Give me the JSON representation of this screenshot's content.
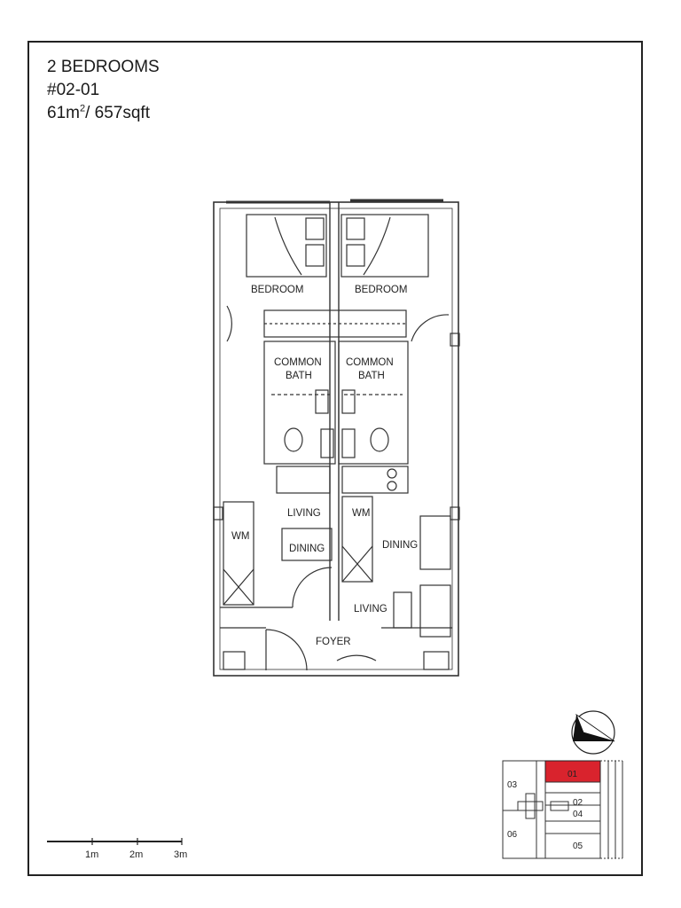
{
  "header": {
    "unit_type": "2 BEDROOMS",
    "unit_number": "#02-01",
    "area_m": "61m",
    "area_sup": "2",
    "area_rest": "/ 657sqft"
  },
  "rooms": {
    "bedroom_left": "BEDROOM",
    "bedroom_right": "BEDROOM",
    "common_left_1": "COMMON",
    "common_left_2": "BATH",
    "common_right_1": "COMMON",
    "common_right_2": "BATH",
    "living_left": "LIVING",
    "wm_left": "WM",
    "dining_left": "DINING",
    "wm_right": "WM",
    "dining_right": "DINING",
    "living_right": "LIVING",
    "foyer": "FOYER"
  },
  "scale_bar": {
    "labels": [
      "1m",
      "2m",
      "3m"
    ]
  },
  "key_plan": {
    "units": [
      "01",
      "02",
      "03",
      "04",
      "05",
      "06"
    ],
    "highlight": "01",
    "highlight_color": "#d9232d"
  },
  "icons": {
    "north": "north-arrow-icon"
  }
}
